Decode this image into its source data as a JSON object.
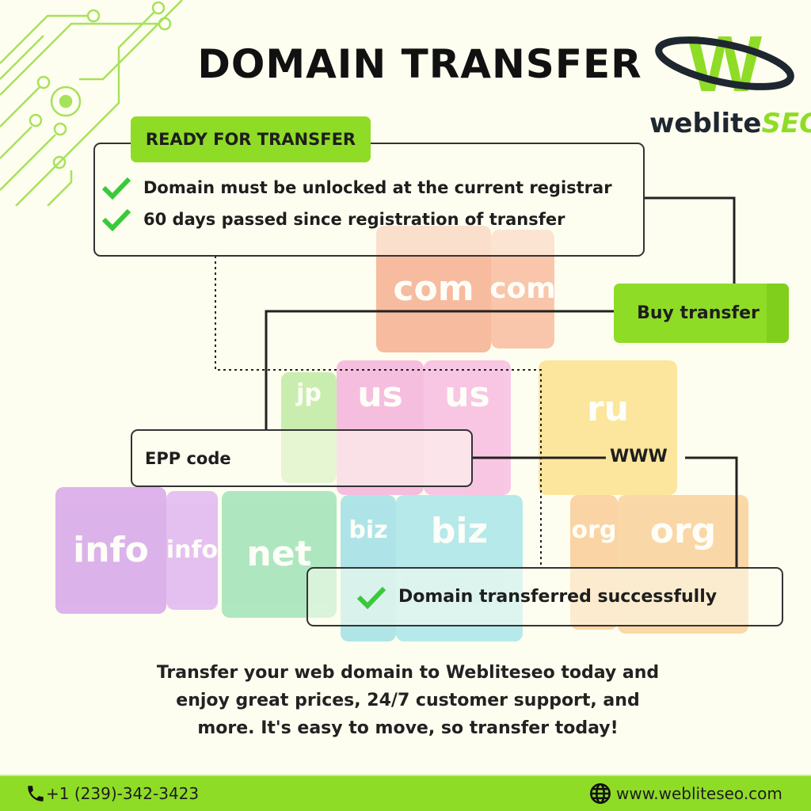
{
  "title": "DOMAIN TRANSFER",
  "logo": {
    "text": "weblite",
    "accent": "SEO",
    "mark": "W"
  },
  "ready": {
    "label": "READY FOR TRANSFER",
    "items": [
      "Domain must be unlocked at the current registrar",
      "60 days passed since registration of transfer"
    ]
  },
  "steps": {
    "buy": "Buy transfer",
    "epp": "EPP code",
    "www": "WWW",
    "success": "Domain transferred successfully"
  },
  "cubes": [
    "com",
    "com",
    "jp",
    "us",
    "us",
    "ru",
    "info",
    "info",
    "net",
    "biz",
    "biz",
    "org",
    "org"
  ],
  "description": [
    "Transfer your web domain to Webliteseo today and",
    "enjoy great prices, 24/7 customer support, and",
    "more. It's easy to move, so transfer today!"
  ],
  "footer": {
    "phone": "+1 (239)-342-3423",
    "website": "www.webliteseo.com"
  },
  "colors": {
    "accent": "#8fdc26",
    "background": "#fefef0",
    "text": "#1e1e1e"
  }
}
